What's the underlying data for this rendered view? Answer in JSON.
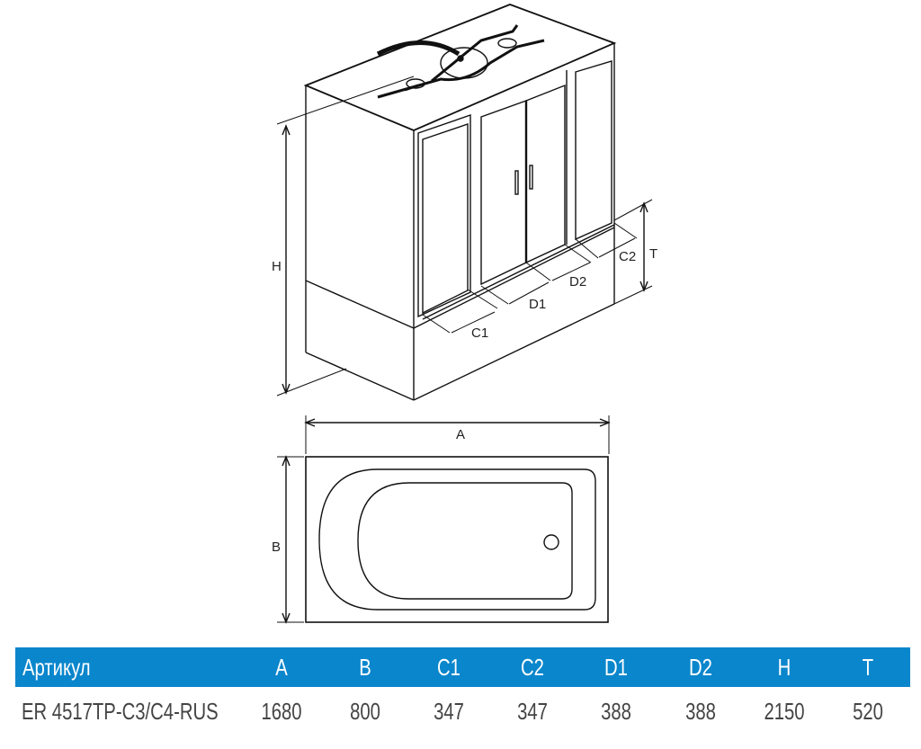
{
  "diagram": {
    "labels": {
      "H": "H",
      "T": "T",
      "C1": "C1",
      "C2": "C2",
      "D1": "D1",
      "D2": "D2",
      "A": "A",
      "B": "B"
    }
  },
  "table": {
    "header_color": "#0a86cc",
    "headers": [
      "Артикул",
      "A",
      "B",
      "C1",
      "C2",
      "D1",
      "D2",
      "H",
      "T"
    ],
    "rows": [
      [
        "ER 4517TP-C3/C4-RUS",
        "1680",
        "800",
        "347",
        "347",
        "388",
        "388",
        "2150",
        "520"
      ]
    ]
  }
}
